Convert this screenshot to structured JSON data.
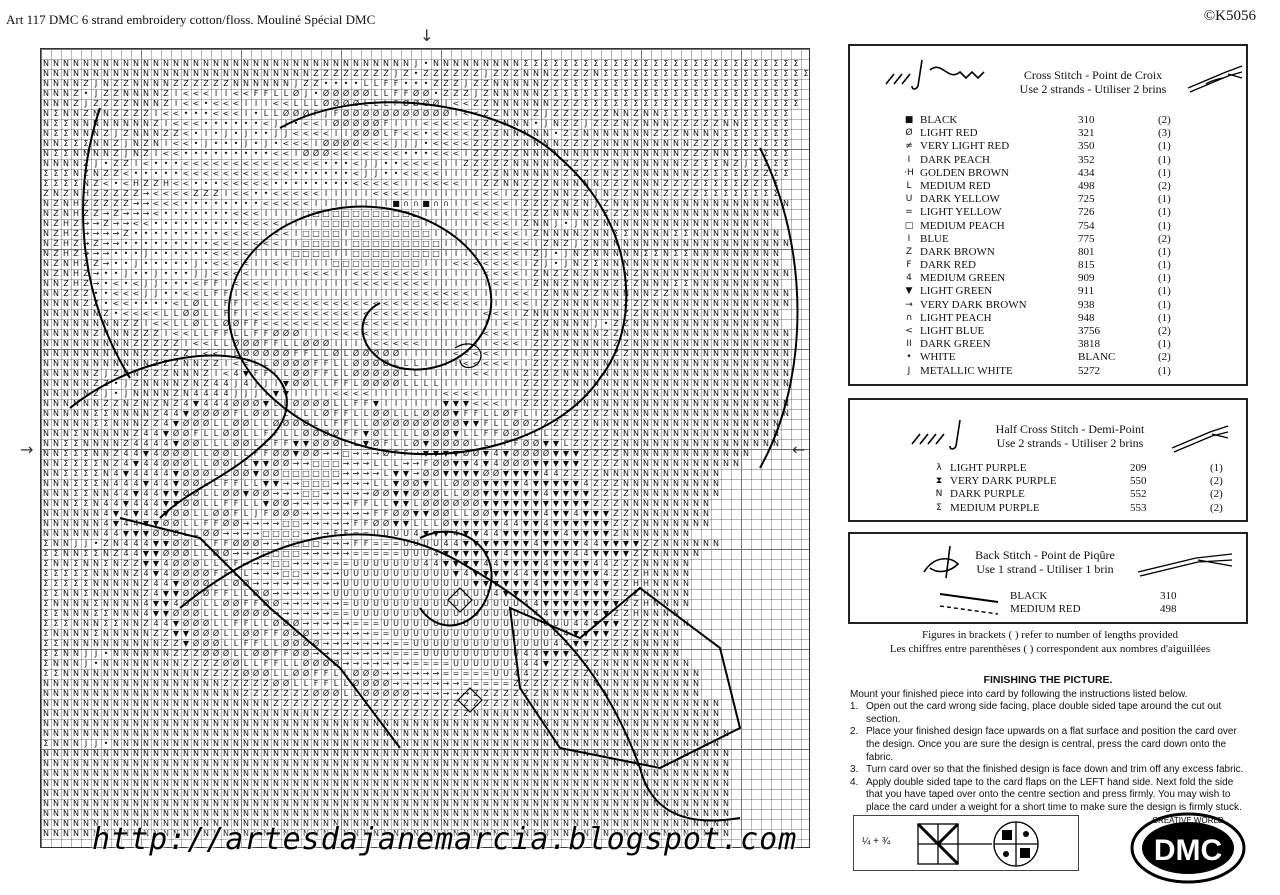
{
  "header": {
    "left": "Art 117 DMC 6 strand embroidery cotton/floss. Mouliné Spécial DMC",
    "right": "©K5056"
  },
  "chart": {
    "cols": 77,
    "rows": 80,
    "center_marks": {
      "top": "↓",
      "left": "→",
      "right": "←"
    },
    "rows_data": [
      "",
      "NNNNNNNNNNNNNNNNNNNNNNNNNNNNNNNNNNNNNJ•NNNNNNNNNΣΣΣΣΣΣΣΣΣΣΣΣΣΣΣΣΣΣΣΣΣΣΣΣΣΣΣΣ",
      "NNNNNNNNNNNNNNNNNNNNNNNNNNNZZZZZZZZJZ•ZZZZZZJZZZNNNZZZZNΣΣΣΣΣΣΣΣΣΣΣΣΣΣΣΣΣΣΣΣΣΣ",
      "NNNNZJNZZNNNNZZZZZZNNNNNNJZZ••••LLFF•••ZZZJZZNNNNNZZΣΣΣΣΣΣΣΣΣΣΣΣΣΣΣΣΣΣΣΣΣΣΣΣ",
      "NNNZ•JZZNNNNZI<<<II<<FFLLØJ•ØØØØØLLFFØØ•ZZZJZNNNNNZΣΣΣΣΣΣΣΣΣΣΣΣΣΣΣΣΣΣΣΣΣΣΣΣΣ",
      "NNNZJZZZZNNNZI<<•<<<III<<LLLØØØØLLLFØØØØI<<ZZNNNNNNZZZΣΣΣΣΣΣΣΣΣΣΣΣΣΣΣΣΣΣΣΣΣΣ",
      "NΣNNZNNZZZZI<<•••<<<I•LLØØØFJFØØØØØØØØØØØI<<ZZNNNZJZZZZZZNNZNNΣΣΣΣΣΣΣΣΣΣΣΣΣ",
      "NΣΣNNNNNNNNZI<<<••••••<JJ•<<IØØØØØFIII<<<<<ZZZNNN•JNZZJZZZNZNNNZZZZZNNΣΣΣΣΣ",
      "NΣΣNNNZJZNNNZZ<•I•J•J••JJ<<<<IIØØØLF<<•<<<<ZZZNNNNN•ZZNNNNNNNZZZNNNNΣΣΣΣΣΣΣ",
      "NNΣΣΣNNZJNZNI<<•J•••J•J•<<<IØØØØ<<<JJJ•<<<<ZZZZZNNNNZZZZNNNNNNNNNZZZΣΣΣΣΣΣΣ",
      "NΣΣNNNNZJNZI<<•••••••••<<IØØØ<<<<<<<•••<<<IZZZZZNNNNNNNNNNNNNNNNZZZNNΣΣΣΣΣΣ",
      "NNNNZJ•ZZI<•••<<<<<<<<<<<<<<•••<JJ••<<<<IIZZZZZNNNNNZZZZZNNNNNNNZZΣΣNZJΣΣΣΣ",
      "ΣΣΣNZNZZ<•••••<<<<<<<<<<<••••••<JJ••<<<<IIIZZZNNNNNNZZZZNZZNNNNNNZZΣΣΣΣZZΣΣ",
      "ΣΣΣΣNZ<•<HZZH<<•••<<<<<••••••••<<<<<II<<<<IIZZNNZZZNNNNNZZZNNNZZZZΣΣΣΣZZΣΣ",
      "ZNZNHZZZZZ→<<<<ZZZI<<••<<<<<IIIII<<<<IIIIIII<<IZZZZNNZZJNZZNNNZZZZΣΣΣΣΣΣΣΣ",
      "NZNHZZZZZ→→<<<••••••••<<<<<IIIIIIII■∩∩■∩∩II<<<<IZZZZNZNJZNNNNNNNNNNNNNNNNNN",
      "NZNHZZ→Z→→→<•••••••<<<IIII□□□□□□□□□□□□IIIII<<<<IZZZNNNZNZZZNNNNNNNNNNNNNNN",
      "NZHZ→→Z→→<<•••••••••<<<<IIII□□□□□□□□□□IIIIII<<<IZNNJ•JNZNNNNNNNNNNNNNNNNN",
      "NZHZ→→→→Z•••••••••<<<<I<<I□□□□I□□□□□□□□IIIIII<<<IZNNNNZNNΣΣNNNNΣΣNNNNNNNNN",
      "NZHZ→Z→→•••••••••<<<<<<<II□□□□I□□□□□□□□□IIIIII<<<IZNZJZNNNNNNNNNNNNNNNNNNNN",
      "NZHZ→→→•••J••••••<<<<IIII□□□□II□□□□□□□□□IIII<<<<IZJ•JNZNNNNNΣΣNΣΣNNNNNNNNN",
      "NZNHZZ→••J•••••J•<<<<II<<IIII□□□□□□□□□III<<<<<<<IZJ•JNZΣNNNNNNNNNNNNNNNNNN",
      "NZNHZ→••J••J•••JJ<<<<IIIII<<<II<<<<<<<<IIIII<<<<IZNZZNZNNNNZNNNNNNNNNNNNNNN",
      "NNZHZ→•<•<JJ•••<FFI<<<<IIIIIIII<<<<<<<<IIIIII<<<IZNNZNNNZZZZNNNΣΣNNNNNNNNN",
      "NNZZZ••<<<JJ••<<LFFI<<<<<<IIIIIIIIII<<<<<<<IIII<<IZNNNZZNNNNNZZNNNNNNNNNNNN",
      "NNNNZZ•<<••••<LØLLFFI<<<<<<<<<<<<<<<<<<<<<<<III<<IZZNNNNNNZZZNNNNNNNNNNNNNN",
      "NNNNNNZ•<<<<LLØØLLFFI<<<<<<<<<<<<<<<<<<IIIII<<<IZNNNNNNNNNZZNNNNNNNNNNNNNN",
      "NNNNNNNNZZI<<LLØLLØØFF<<<<<<<<<<<<<<<IIIIIIIII<<IZZNNNNJ•ZZNNNNNNNNNNNNNNN",
      "NNNNNZNNNZZZI<<LLFFLLFFØØØIII<<<<<<IIIIIIIII<<<IIZNNNNNNZZNNNNNNNNNNNNNNNNN",
      "NNNNNNNNNZZZZZI<<LLØØØFFLLØØØIIII<<<<<IIIIIII<<<IZZZZNNNNZZNNNNNNNNNNNNNNNN",
      "NNNNNNNNNNZZZZZI<<LLØØØØØFFLLØLØØØØØIIIII<<<<<IIIZZZZNNNNZZNNNNNNNNNNNNNNNN",
      "NNNNNNNNNNNZZZNNZZI<<LLØØØØFFLLØØØØLLLIIII<<<<<IIZZZZNNNNNNNNNNNNNNNNNNNNNN",
      "NNNNNZJZNNZZZNNNZI<4▼FFLLØØFFLLØØØØØLLIIIII<<IIIZZZZNNNNNNNNNNNNNNNNNNNNNNN",
      "NNNNNZZ•JZNNNNZNZ44J4JJI▼ØØLLFFLØØØØLLLLIIIIIIIIZZZZZNNNNNNNNNNNNNNNNNNNNNN",
      "NNNNNZJ•JNNNNZN4444JJJI▼▼IIII<<<<IIIIIII<<<<IIIIZZZZZZNNNNNNNNNNNNNNNNNNNN",
      "NNNNNNZZNZNZNZ4▼444ØØØ▼LLØØØØLLFF▼IIIIII▼▼▼<<<IIZZZZZNNNNNNNNNNNNNNNNNNNNNN",
      "NNNNNΣΣNNNNZ44▼ØØØØFLØØLLLLLØFFLLØØLLLØØØ▼FFLLØFLIZZZZZZZNNNNNNNNNNNNNNNNNN",
      "NNNNNΣΣNNNZZ4▼ØØØLLØØLLØØØØLLFFLLØØØØØØØØØ▼▼FLLØØZZZZZZNNNNNNNNNNNNNNNNNNN",
      "NNNΣNNNNNZ44▼ØØFLLØØLLFFLLØØØØFF▼ØLLLLØØØ▼LLFFØØLLLZZZZZZNNNNNNNNNNNNNNNNN",
      "NNΣΣNNNNZ4444▼ØØLLLØØLLFF▼▼ØØØLL▼ØFLLØ▼ØØØØLLLFFØØ▼▼LZZZZZNNNNNNNNNNNNNNNN",
      "NNΣΣΣNNZ44▼4ØØØLLØØLLFFØØ▼ØØ→→□→→→ØFF→▼▼▼▼ØØ▼4▼ØØØØ▼▼▼ZZZZNNNNNNNNNNNNN",
      "NNΣΣΣΣNZ4▼44ØØØLLØØLL▼▼ØØ→→□□□→→→LLL→→FØØ▼▼4▼4ØØØ▼▼▼▼▼ZZZZNNNNNNNNNNNN",
      "NNΣΣΣΣN4▼4444▼ØØØLLØØ▼ØØ□□□□□□→→→→L▼▼→ØØ▼▼▼▼ØØ▼▼▼▼44ZZZZNNNNNNNNNNNN",
      "NNNΣΣΣN444▼44▼ØØLLFFLL▼▼→→□□□→→→→LL▼ØØ▼LLØØØ▼▼▼▼4▼▼▼▼▼4ZZZNNNNNNNNNN",
      "NNNΣΣNN44▼44▼▼ØØLLØØ▼ØØ→→→□□→→→→→ØØ▼▼ØØØLLØØ▼▼▼▼▼▼4▼▼▼▼ZZZZNNNNNNNNN",
      "NNNΣΣN44▼444▼▼ØØLLFFLL▼ØØ→→→→→→FFLL▼▼LØØØØØØ▼▼▼▼▼▼▼▼▼▼▼ZZZNNNNNNNNN",
      "NNNNNN4▼4▼44▼ØØLLØØFLJFØØØ→→→→→→→FFØØ▼▼ØØLLØØ▼▼▼▼▼4▼▼4▼▼▼ZZNNNNNNNN",
      "NNNNNN4▼44▼▼ØØLLFFØØ→→→→□□→→→→→FFØØ▼▼LLLØ▼▼▼▼▼44▼▼4▼▼▼▼▼▼ZZZNNNNNNN",
      "NNNNNN44▼▼▼ØØØLLØØ→→→→□□□□→→→FF==UUUU4▼▼▼4▼▼44▼▼▼▼▼▼4▼▼▼▼ZNNNNNNN",
      "ΣNNJJ•ZN444▼▼ØØLLFFØØØ→→□□□□→→→FF===UUUU44▼▼▼▼▼▼▼4▼▼▼▼44▼▼▼▼ZZNNNNNN",
      "ΣΣNNΣΣNZ44▼▼ØØØLLØØ→→→□□□□→→→→→=====UUU4▼▼▼▼▼▼4▼▼▼▼▼▼44▼▼▼▼ZZNNNNN",
      "ΣNNΣNNΣNZZ▼▼4ØØØLLFF→→→□□→→→→==UUUUUUU44▼▼▼▼44▼▼▼▼4▼▼▼▼44ZZZNNNNN",
      "ΣΣΣΣΣNNNNZ4▼4ØØØØFFLL→→→□□→→→→UUUUUUUUUUU▼4▼▼▼▼44▼▼▼▼▼▼▼4ZZZHNNNN",
      "ΣΣΣΣΣNNNNNZ44▼ØØØLLØØ→→→→→→→→→UUUUUUUUUUUUU▼▼▼▼▼▼4▼▼▼▼▼4▼ZZHHNNNN",
      "ΣΣNNΣNNNNNZ4▼▼ØØØFFLLØØ→→→→→→UUUUUUUUUUUUUUUU4▼▼▼▼▼▼▼4▼▼▼ZZZHNNNN",
      "ΣNNNNΣNNNN4▼▼4ØØLLØØFFØØ→→→→→→=UUUUUUUUUUUUUUUUU44▼▼▼▼▼▼▼▼ZZHNNNN",
      "ΣΣNNNΣΣNNN4▼▼ØØØLLLØØØØ→→→→→→==UUUUUUUUUUUUUUUUUU44▼▼▼▼4▼ZZHNNNN",
      "ΣΣΣNNNΣΣNNZ44▼ØØØLLFFLLØØØ→→→→→===UUUUUUUUUUUUUUUUUUU44▼▼▼ZZZNNNN",
      "ΣNNNNΣNNNNNZZ▼▼ØØØLLØØFFØØØ→→→→→→==UUUUUUUUUUUUUUUUU4▼▼▼▼ZZZNNNN",
      "ΣΣNNNNNNNNNNZZ▼ØØØLLFFLLØØØØ→→→→→→→==UUUUUUUUUUUUUU44▼▼ZZZZNNNNN",
      "ΣΣNNJJ•NNNNNNZZZØØØLLØØFFØØ→→→→→→→→===UUUUUUUUUU44▼▼▼ZZZZNNNNNNN",
      "ΣNNNJ•NNNNNNNNZZZZØØLLFFLLØØØØ→→→→→→→====UUUUUU444▼ZZZZZNNNNNNNNN",
      "ΣΣNNNNNNNNNNNNNNZZZZØØØLLØØFFLLØØØ→→→→→→=====UU44ZZZZZZNNNNNNNNNNN",
      "NNNNNNNNNNNNNNNNNNZZZZZØØLLFFLLØØØØ→→→→→→→=====ZZZZZZNNNNNNNNNNNNN",
      "NNNNNNNNNNNNNNNNNNNNZZZZZZZØØØLLØØØØØ→→→→→→ZZZZZZZNNNNNNNNNNNNNNNN",
      "NNNNNNNNNNNNNNNNNNNNNNNZZZZZZZZZZZZZZZZZZZZZZZZNNNNNNNNNNNNNNNNNNNNN",
      "NNNNNNNNNNNNNNNNNNNNNNNNNNNNZZZZZZZZZZZZZZZNNNNNNNNNNNNNNNNNNNNNNNNN",
      "NNNNNNNNNNNNNNNNNNNNNNNNNNNNNNNNNNNNNNNNNNNNNNNNNNNNNNNNNNNNNNNNNNNN",
      "NNNNNNNNNNNNNNNNNNNNNNNNNNNNNNNNNNNNNNNNNNNNNNNNNNNNNNNNNNNNNNNNNNNNN",
      "ΣNNNJJ•NNNNNNNNNNNNNNNNNNNNNNNNNNNNNNNNNNNNNNNNNNNNNNNNNNNNNNNNNNNNN",
      "NNNNNNNNNNNNNNNNNNNNNNNNNNNNNNNNNNNNNNNNNNNNNNNNNNNNNNNNNNNNNNNNNNNNN",
      "NNNNNNNNNNNNNNNNNNNNNNNNNNNNNNNNNNNNNNNNNNNNNNNNNNNNNNNNNNNNNNNNNNNNN",
      "NNNNNNNNNNNNNNNNNNNNNNNNNNNNNNNNNNNNNNNNNNNNNNNNNNNNNNNNNNNNNNNNNNNNN",
      "NNNNNNNNNNNNNNNNNNNNNNNNNNNNNNNNNNNNNNNNNNNNNNNNNNNNNNNNNNNNNNNNNNNNN",
      "NNNNNNNNNNNNNNNNNNNNNNNNNNNNNNNNNNNNNNNNNNNNNNNNNNNNNNNNNNNNNNNNNNNNN",
      "NNNNNNNNNNNNNNNNNNNNNNNNNNNNNNNNNNNNNNNNNNNNNNNNNNNNNNNNNNNNNNNNNNNNN",
      "NNNNNNNNNNNNNNNNNNNNNNNNNNNNNNNNNNNNNNNNNNNNNNNNNNNNNNNNNNNNNNNNNNNNN",
      "NNNNNNNNNNNNNNNNNNNNNNNNNNNNNNNNNNNNNNNNNNNNNNNNNNNNNNNNNNNNNNNNNNNNN",
      "NNNNNNNNNNNNNNNNNNNNNNNNNNNNNNNNNNNNNNNNNNNNNNNNNNNNNNNNNNNNNNNNNNNNN"
    ]
  },
  "watermark": "http://artesdajanemarcia.blogspot.com",
  "cross_stitch": {
    "title_line1": "Cross Stitch - Point de Croix",
    "title_line2": "Use 2 strands - Utiliser 2 brins",
    "items": [
      {
        "sym": "■",
        "name": "BLACK",
        "code": "310",
        "len": "(2)"
      },
      {
        "sym": "Ø",
        "name": "LIGHT RED",
        "code": "321",
        "len": "(3)"
      },
      {
        "sym": "≠",
        "name": "VERY LIGHT RED",
        "code": "350",
        "len": "(1)"
      },
      {
        "sym": "I",
        "name": "DARK PEACH",
        "code": "352",
        "len": "(1)"
      },
      {
        "sym": "·H",
        "name": "GOLDEN BROWN",
        "code": "434",
        "len": "(1)"
      },
      {
        "sym": "L",
        "name": "MEDIUM RED",
        "code": "498",
        "len": "(2)"
      },
      {
        "sym": "U",
        "name": "DARK YELLOW",
        "code": "725",
        "len": "(1)"
      },
      {
        "sym": "=",
        "name": "LIGHT YELLOW",
        "code": "726",
        "len": "(1)"
      },
      {
        "sym": "□",
        "name": "MEDIUM PEACH",
        "code": "754",
        "len": "(1)"
      },
      {
        "sym": "I",
        "name": "BLUE",
        "code": "775",
        "len": "(2)"
      },
      {
        "sym": "Z",
        "name": "DARK BROWN",
        "code": "801",
        "len": "(1)"
      },
      {
        "sym": "F",
        "name": "DARK RED",
        "code": "815",
        "len": "(1)"
      },
      {
        "sym": "4",
        "name": "MEDIUM GREEN",
        "code": "909",
        "len": "(1)"
      },
      {
        "sym": "▼",
        "name": "LIGHT GREEN",
        "code": "911",
        "len": "(1)"
      },
      {
        "sym": "→",
        "name": "VERY DARK BROWN",
        "code": "938",
        "len": "(1)"
      },
      {
        "sym": "∩",
        "name": "LIGHT PEACH",
        "code": "948",
        "len": "(1)"
      },
      {
        "sym": "<",
        "name": "LIGHT BLUE",
        "code": "3756",
        "len": "(2)"
      },
      {
        "sym": "II",
        "name": "DARK GREEN",
        "code": "3818",
        "len": "(1)"
      },
      {
        "sym": "•",
        "name": "WHITE",
        "code": "BLANC",
        "len": "(2)"
      },
      {
        "sym": "J",
        "name": "METALLIC WHITE",
        "code": "5272",
        "len": "(1)"
      }
    ]
  },
  "half_cross": {
    "title_line1": "Half Cross Stitch - Demi-Point",
    "title_line2": "Use 2 strands - Utiliser 2 brins",
    "items": [
      {
        "sym": "λ",
        "name": "LIGHT PURPLE",
        "code": "209",
        "len": "(1)"
      },
      {
        "sym": "⧗",
        "name": "VERY DARK PURPLE",
        "code": "550",
        "len": "(2)"
      },
      {
        "sym": "N",
        "name": "DARK PURPLE",
        "code": "552",
        "len": "(2)"
      },
      {
        "sym": "Σ",
        "name": "MEDIUM PURPLE",
        "code": "553",
        "len": "(2)"
      }
    ]
  },
  "back_stitch": {
    "title_line1": "Back Stitch - Point de Piqûre",
    "title_line2": "Use 1 strand - Utiliser 1 brin",
    "items": [
      {
        "name": "BLACK",
        "code": "310"
      },
      {
        "name": "MEDIUM RED",
        "code": "498"
      }
    ]
  },
  "notes": {
    "line1": "Figures in brackets ( ) refer to number of lengths provided",
    "line2": "Les chiffres entre parenthèses ( ) correspondent aux nombres d'aiguillées"
  },
  "finishing": {
    "title": "FINISHING THE PICTURE.",
    "intro": "Mount your finished piece into card by following the instructions listed below.",
    "steps": [
      {
        "n": "1.",
        "text": "Open out the card wrong side facing, place double sided tape around the cut out section."
      },
      {
        "n": "2.",
        "text": "Place your finished design face upwards on a flat surface and position the card over the design. Once you are sure the design is central, press the card down onto the fabric."
      },
      {
        "n": "3.",
        "text": "Turn card over so that the finished design is face down and trim off any excess fabric."
      },
      {
        "n": "4.",
        "text": "Apply double sided tape to the card flaps on the LEFT hand side. Next fold the side that you have taped over onto the centre section and press firmly. You may wish to place the card under a weight for a short time to make sure the design is firmly stuck."
      }
    ]
  },
  "diagram": {
    "fraction": "¼ + ¾"
  },
  "logo": {
    "top": "CREATIVE WORLD",
    "main": "DMC"
  }
}
